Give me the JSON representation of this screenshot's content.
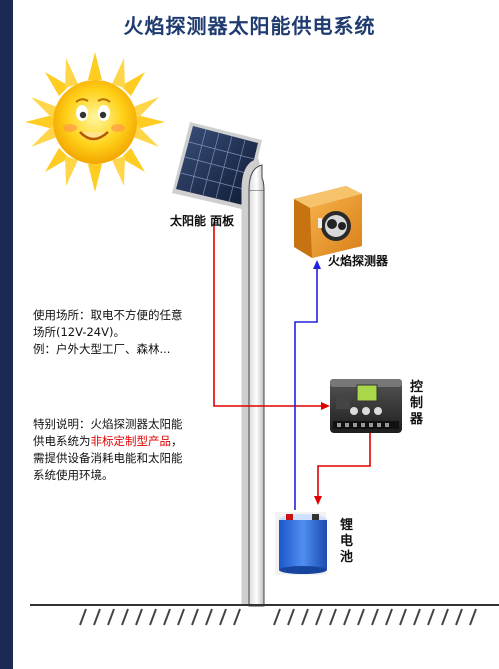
{
  "title": "火焰探测器太阳能供电系统",
  "labels": {
    "solar_panel": "太阳能 面板",
    "flame_detector": "火焰探测器",
    "controller": "控制器",
    "battery": "锂电池"
  },
  "usage": {
    "line1": "使用场所：取电不方便的任意",
    "line2": "场所(12V-24V)。",
    "line3": "例：户外大型工厂、森林..."
  },
  "special": {
    "line1": "特别说明：火焰探测器太阳能",
    "line2_prefix": "供电系统为",
    "line2_highlight": "非标定制型产品",
    "line2_suffix": "，",
    "line3": "需提供设备消耗电能和太阳能",
    "line4": "系统使用环境。"
  },
  "colors": {
    "title": "#1f3b70",
    "highlight": "#e00000",
    "power_wire": "#e00000",
    "signal_wire": "#2222dd"
  }
}
